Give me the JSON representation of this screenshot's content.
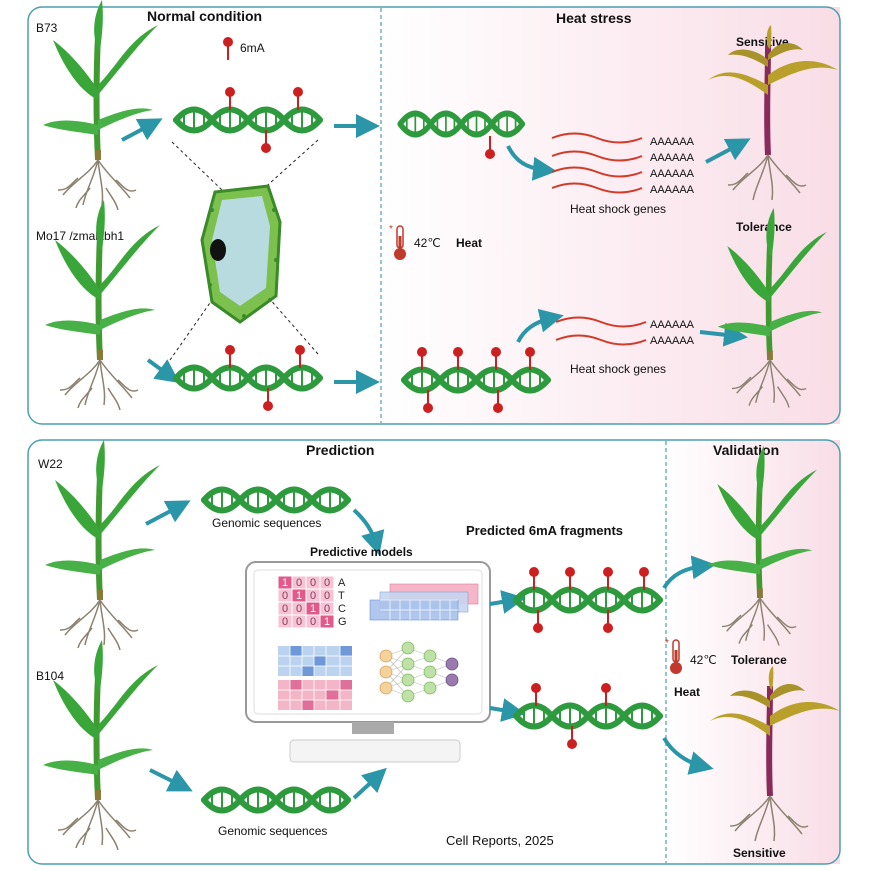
{
  "top_panel": {
    "normal_title": "Normal condition",
    "heat_title": "Heat stress",
    "b73_label": "B73",
    "mo17_label": "Mo17 /zmalkbh1",
    "legend_6ma": "6mA",
    "sensitive_label": "Sensitive",
    "tolerance_label": "Tolerance",
    "temp_label": "42℃",
    "heat_label": "Heat",
    "polya": "AAAAAA",
    "hs_genes_label": "Heat shock genes"
  },
  "bottom_panel": {
    "prediction_title": "Prediction",
    "validation_title": "Validation",
    "w22_label": "W22",
    "b104_label": "B104",
    "genomic_label": "Genomic sequences",
    "models_label": "Predictive models",
    "predicted_label": "Predicted 6mA fragments",
    "tolerance_label": "Tolerance",
    "sensitive_label": "Sensitive",
    "temp_label": "42℃",
    "heat_label": "Heat",
    "citation": "Cell Reports, 2025",
    "onehot": {
      "rows": [
        [
          "1",
          "0",
          "0",
          "0"
        ],
        [
          "0",
          "1",
          "0",
          "0"
        ],
        [
          "0",
          "0",
          "1",
          "0"
        ],
        [
          "0",
          "0",
          "0",
          "1"
        ]
      ],
      "bases": [
        "A",
        "T",
        "C",
        "G"
      ]
    }
  },
  "colors": {
    "frame": "#4a9fb0",
    "arrow": "#2a96a8",
    "dna": "#2e9a3e",
    "methyl": "#cc1f1f",
    "transcript": "#d23a2a",
    "heat_bg": "#fbe6ec",
    "leaf": "#3aa63a",
    "wilted": "#b8a02a"
  }
}
